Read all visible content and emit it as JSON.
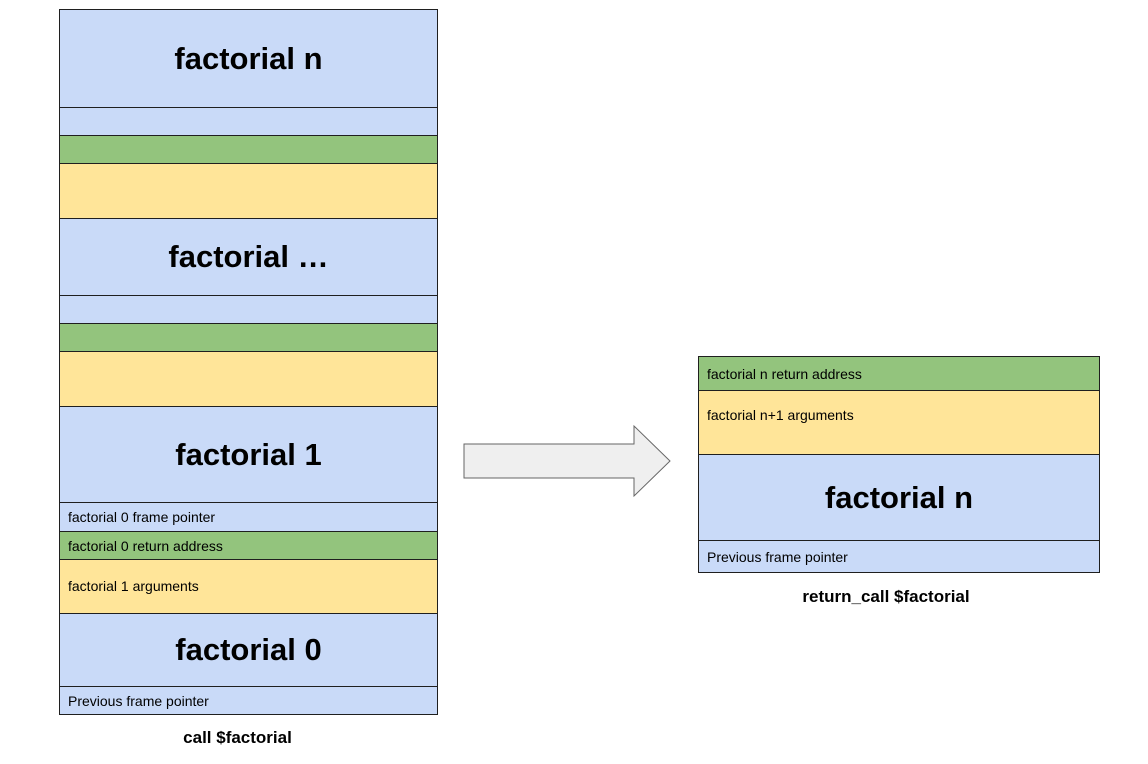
{
  "left_stack": {
    "frame_n": "factorial n",
    "frame_mid": "factorial …",
    "frame_1": "factorial 1",
    "frame_0_pointer": "factorial 0 frame pointer",
    "frame_0_return": "factorial 0 return address",
    "frame_1_args": "factorial 1 arguments",
    "frame_0": "factorial 0",
    "prev_pointer": "Previous frame pointer",
    "caption": "call $factorial"
  },
  "right_stack": {
    "return_address": "factorial n return address",
    "arguments": "factorial n+1 arguments",
    "frame_n": "factorial n",
    "prev_pointer": "Previous frame pointer",
    "caption": "return_call $factorial"
  },
  "colors": {
    "frame": "#c9daf8",
    "return_address": "#93c47d",
    "arguments": "#ffe599",
    "arrow_fill": "#efefef"
  }
}
